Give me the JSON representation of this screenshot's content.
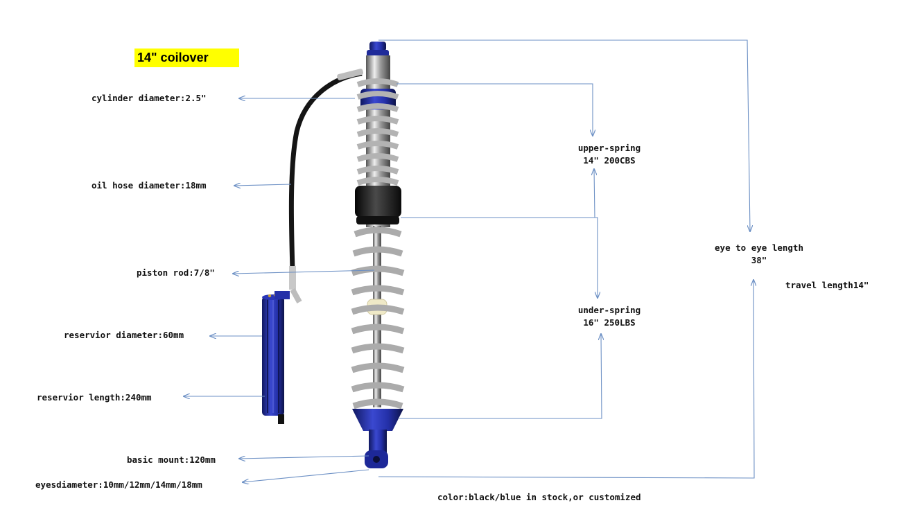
{
  "title": "14\" coilover",
  "labels": {
    "cylinder_diameter": "cylinder diameter:2.5\"",
    "oil_hose_diameter": "oil hose diameter:18mm",
    "piston_rod": "piston rod:7/8\"",
    "reservoir_diameter": "reservior diameter:60mm",
    "reservoir_length": "reservior length:240mm",
    "basic_mount": "basic mount:120mm",
    "eyes_diameter": "eyesdiameter:10mm/12mm/14mm/18mm",
    "upper_spring_name": "upper-spring",
    "upper_spring_spec": "14\" 200CBS",
    "under_spring_name": "under-spring",
    "under_spring_spec": "16\" 250LBS",
    "eye_to_eye_name": "eye to eye length",
    "eye_to_eye_value": "38\"",
    "travel_length": "travel length14\"",
    "color": "color:black/blue in stock,or customized"
  },
  "colors": {
    "annotation_line": "#6b8fc4",
    "title_highlight": "#ffff00",
    "anodized_blue": "#2430a8",
    "body_black": "#1a1a1a",
    "spring_silver": "#b8b8b8"
  }
}
